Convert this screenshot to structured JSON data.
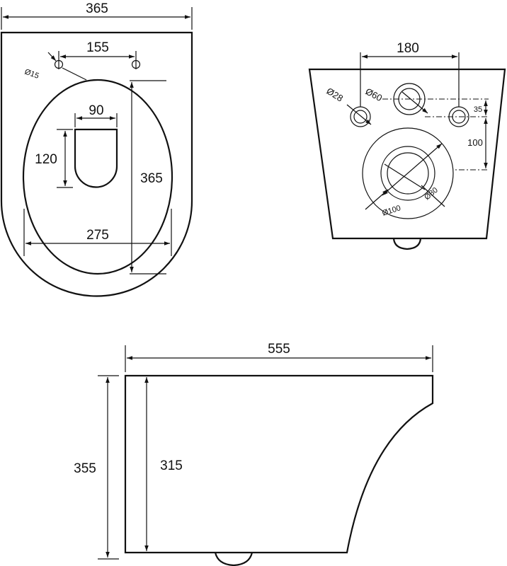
{
  "top_view": {
    "overall_width": "365",
    "hole_spacing": "155",
    "hole_diameter": "Ø15",
    "bowl_length": "365",
    "bowl_width": "275",
    "outlet_width": "90",
    "outlet_length": "120"
  },
  "rear_view": {
    "pipe_spacing": "180",
    "inlet_diameter": "Ø60",
    "bolt_diameter": "Ø28",
    "vertical_offset_1": "35",
    "vertical_offset_2": "100",
    "outlet_inner_diameter": "Ø80",
    "outlet_outer_diameter": "Ø100"
  },
  "side_view": {
    "length": "555",
    "total_height": "355",
    "body_height": "315"
  }
}
